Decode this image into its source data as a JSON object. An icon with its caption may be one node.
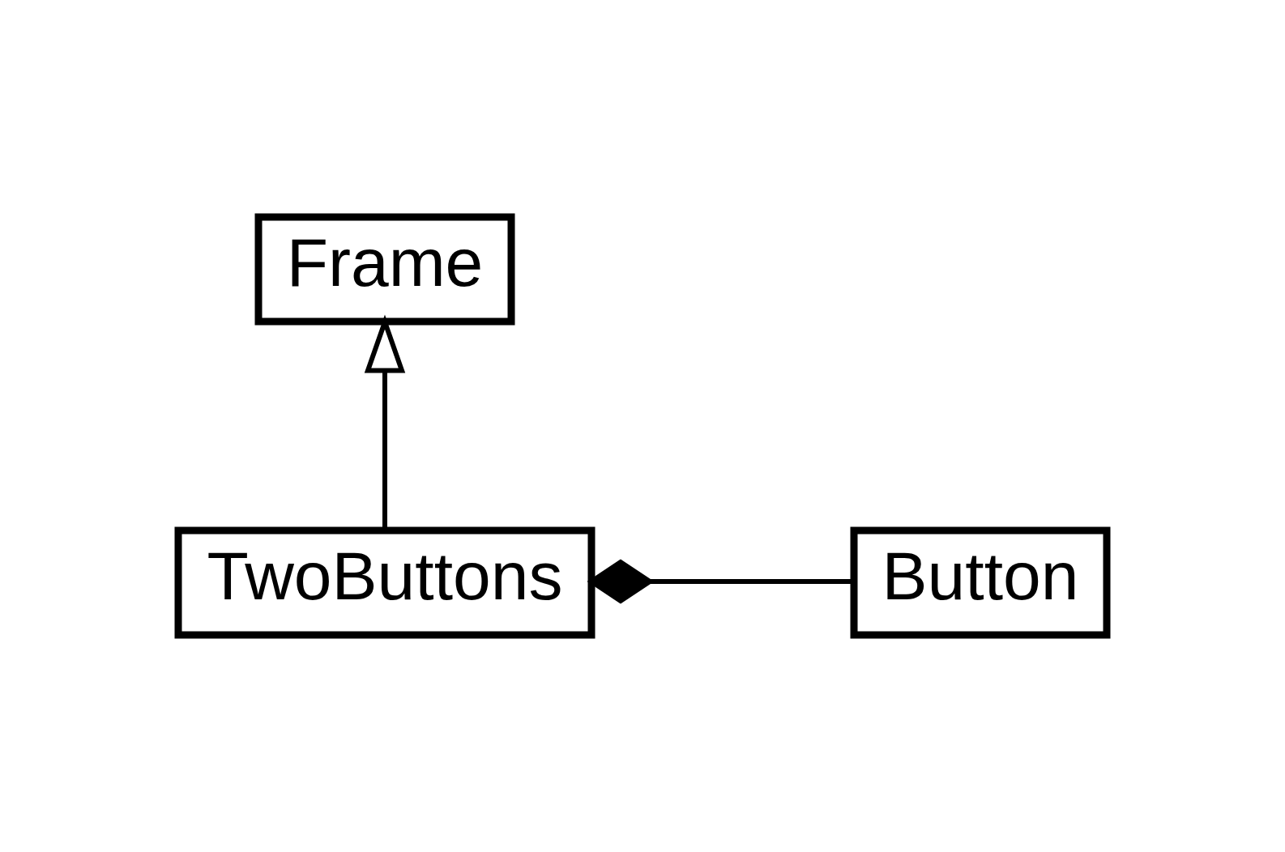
{
  "diagram": {
    "nodes": [
      {
        "text": [
          "Frame"
        ]
      },
      {
        "text": [
          "TwoButtons"
        ]
      },
      {
        "text": [
          "Button"
        ]
      }
    ],
    "edges": [
      {
        "from": 1,
        "to": 0,
        "arrow": "to"
      },
      {
        "from": 1,
        "to": 2,
        "arrow": "other"
      }
    ]
  }
}
